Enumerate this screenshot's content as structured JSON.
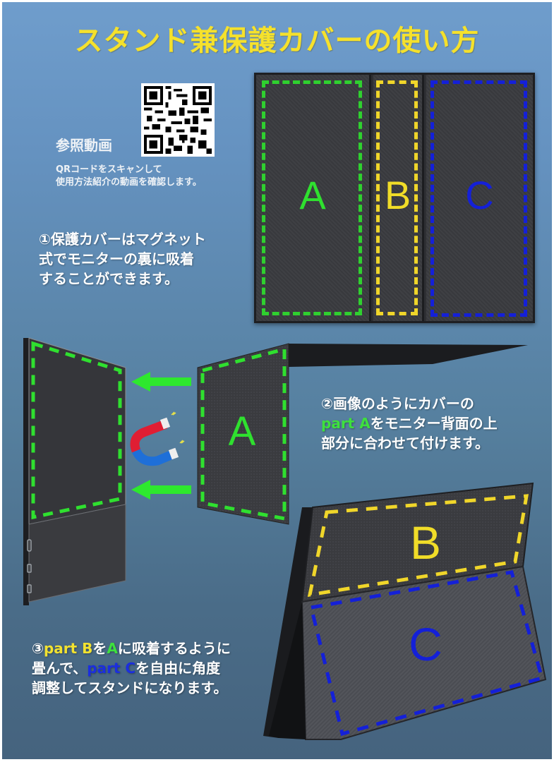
{
  "title": "スタンド兼保護カバーの使い方",
  "reference": {
    "label": "参照動画",
    "description_line1": "QRコードをスキャンして",
    "description_line2": "使用方法紹介の動画を確認します。",
    "qr_icon": "qr-code-icon"
  },
  "steps": {
    "step1": {
      "line1": "①保護カバーはマグネット",
      "line2": "式でモニターの裏に吸着",
      "line3": "することができます。"
    },
    "step2": {
      "line1": "②画像のようにカバーの",
      "line2_highlight": "part A",
      "line2_rest": "をモニター背面の上",
      "line3": "部分に合わせて付けます。"
    },
    "step3": {
      "prefix": "③",
      "highlight_b": "part B",
      "text1": "を",
      "highlight_a": "A",
      "text2": "に吸着するように",
      "line2_prefix": "畳んで、",
      "highlight_c": "part C",
      "line2_rest": "を自由に角度",
      "line3": "調整してスタンドになります。"
    }
  },
  "diagram_flat": {
    "parts": [
      {
        "label": "A",
        "color": "#2fd02f"
      },
      {
        "label": "B",
        "color": "#f0d62a"
      },
      {
        "label": "C",
        "color": "#1420d8"
      }
    ]
  },
  "diagram_attach": {
    "part_label": "A",
    "arrow_color": "#2ee82e",
    "magnet_icon": "magnet-icon"
  },
  "diagram_stand": {
    "upper_label": "B",
    "lower_label": "C"
  },
  "colors": {
    "title": "#f5e12c",
    "background_top": "#6f9dcc",
    "background_bottom": "#45637e",
    "green": "#2fd02f",
    "yellow": "#f0d62a",
    "blue": "#1420d8"
  }
}
